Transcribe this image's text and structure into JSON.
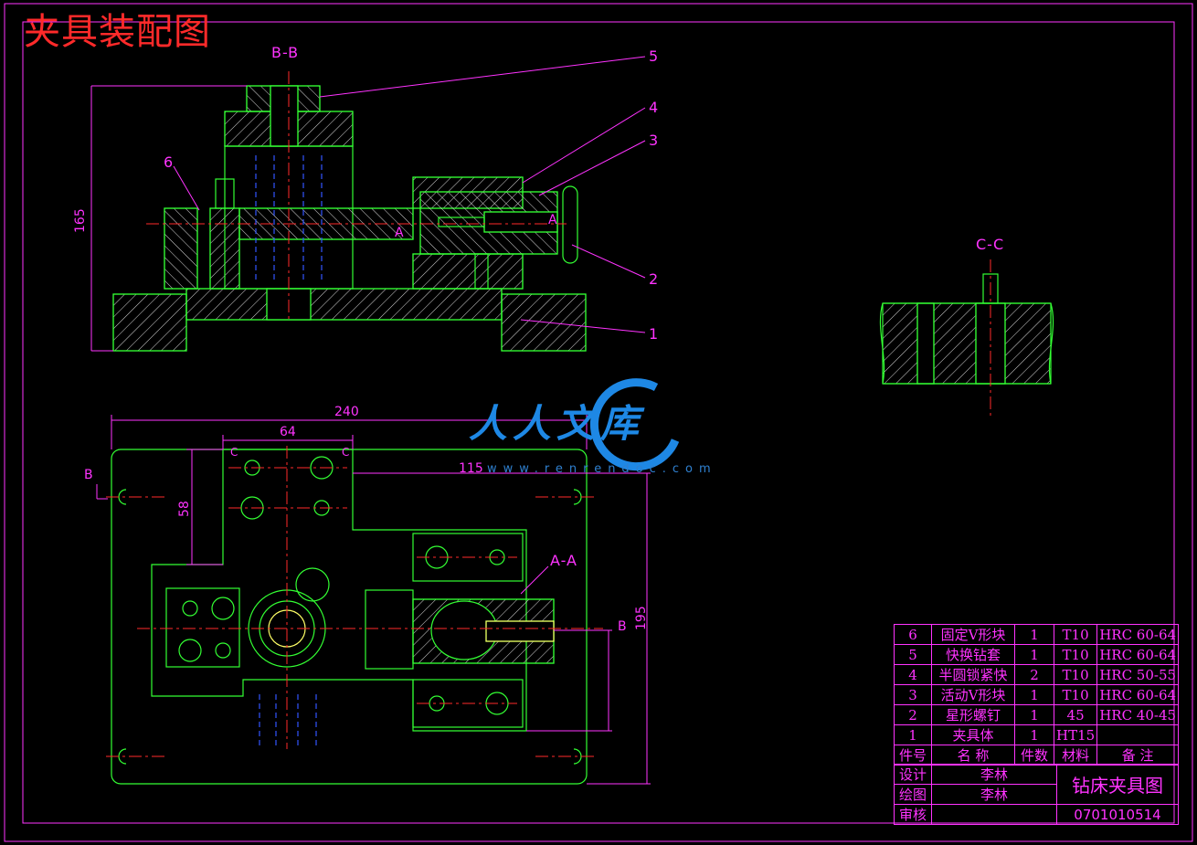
{
  "title": "夹具装配图",
  "views": {
    "bb": "B-B",
    "cc": "C-C",
    "aa": "A-A"
  },
  "section_marks": {
    "a": "A",
    "b": "B",
    "c": "C"
  },
  "dimensions": {
    "height": "165",
    "width": "240",
    "d64": "64",
    "d58": "58",
    "d115": "115",
    "d195": "195"
  },
  "balloons": [
    "1",
    "2",
    "3",
    "4",
    "5",
    "6"
  ],
  "bom": {
    "rows": [
      {
        "no": "6",
        "name": "固定V形块",
        "qty": "1",
        "material": "T10",
        "note": "HRC 60-64"
      },
      {
        "no": "5",
        "name": "快换钻套",
        "qty": "1",
        "material": "T10",
        "note": "HRC 60-64"
      },
      {
        "no": "4",
        "name": "半圆锁紧快",
        "qty": "2",
        "material": "T10",
        "note": "HRC 50-55"
      },
      {
        "no": "3",
        "name": "活动V形块",
        "qty": "1",
        "material": "T10",
        "note": "HRC 60-64"
      },
      {
        "no": "2",
        "name": "星形螺钉",
        "qty": "1",
        "material": "45",
        "note": "HRC 40-45"
      },
      {
        "no": "1",
        "name": "夹具体",
        "qty": "1",
        "material": "HT15",
        "note": ""
      }
    ],
    "header": {
      "no": "件号",
      "name": "名 称",
      "qty": "件数",
      "material": "材料",
      "note": "备 注"
    }
  },
  "title_block": {
    "design_label": "设计",
    "design_name": "李林",
    "draw_label": "绘图",
    "draw_name": "李林",
    "check_label": "审核",
    "drawing_title": "钻床夹具图",
    "drawing_no": "0701010514"
  },
  "watermark": {
    "text": "人人文库",
    "url": "www.renrendoc.com"
  },
  "colors": {
    "outline": "#33ff33",
    "dimension": "#ff33ff",
    "centerline": "#ff2a2a",
    "hidden": "#3355ff",
    "title": "#ff2a2a",
    "border": "#ff33ff",
    "watermark": "#1e88e5"
  }
}
